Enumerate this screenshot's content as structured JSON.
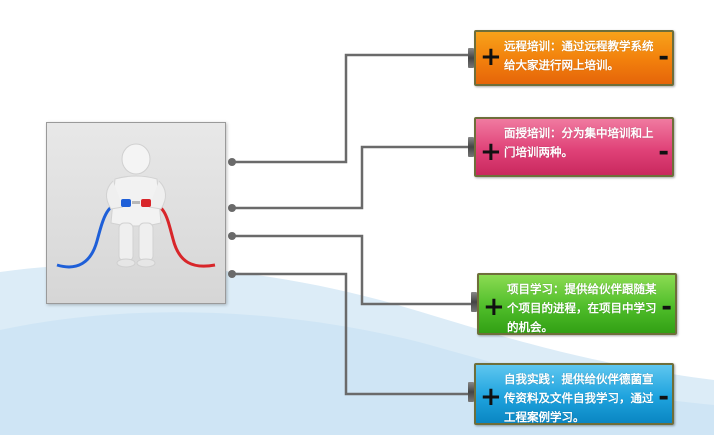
{
  "colors": {
    "connector": "#6a6a6a",
    "wave": "#d9ebf7",
    "battery_remote": "#f27f0c",
    "battery_face": "#e04278",
    "battery_project": "#4fbd2a",
    "battery_practice": "#1ea3de"
  },
  "figure": {
    "icon": "person-connecting-cables-icon"
  },
  "batteries": [
    {
      "plus": "+",
      "minus": "-",
      "text": "远程培训：通过远程教学系统给大家进行网上培训。"
    },
    {
      "plus": "+",
      "minus": "-",
      "text": "面授培训：分为集中培训和上门培训两种。"
    },
    {
      "plus": "+",
      "minus": "-",
      "text": "项目学习：提供给伙伴跟随某个项目的进程，在项目中学习的机会。"
    },
    {
      "plus": "+",
      "minus": "-",
      "text": "自我实践：提供给伙伴德菌宣传资料及文件自我学习，通过工程案例学习。"
    }
  ]
}
